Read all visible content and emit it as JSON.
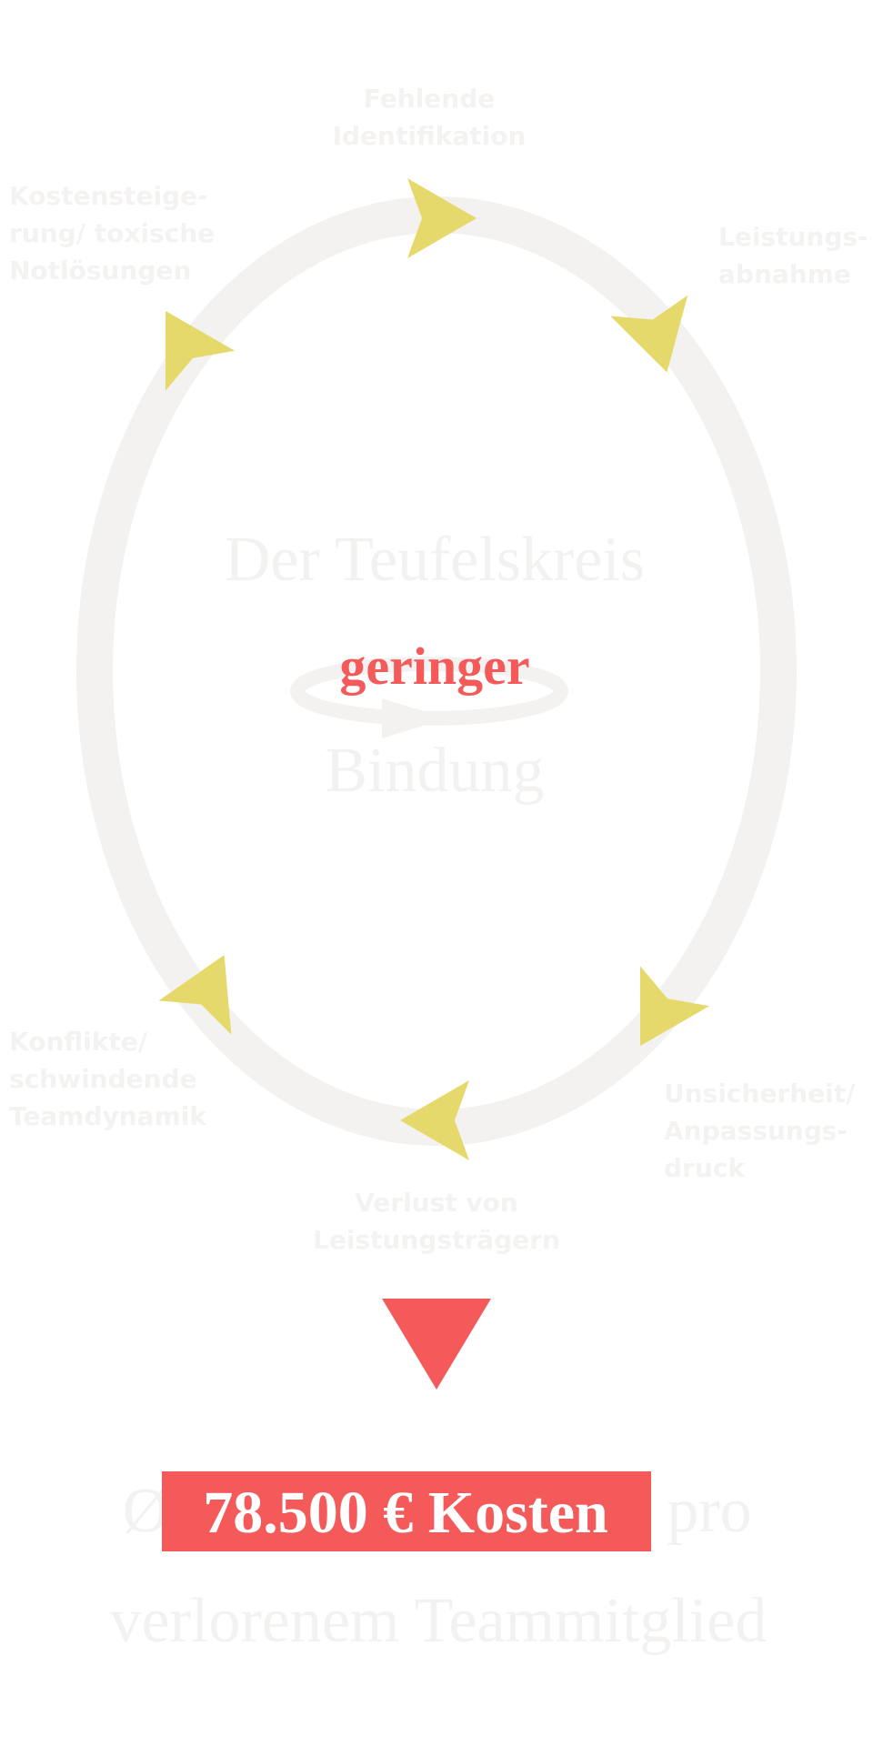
{
  "colors": {
    "ring": "#f3f2f0",
    "arrow": "#e5d96b",
    "accent": "#f55a5a",
    "faint_text": "#f4f3f1",
    "faint_title": "#f3f2f0",
    "highlight_text": "#ffffff"
  },
  "cycle": {
    "nodes": [
      {
        "id": "fehlende-identifikation",
        "lines": [
          "Fehlende",
          "Identifikation"
        ]
      },
      {
        "id": "leistungsabnahme",
        "lines": [
          "Leistungs-",
          "abnahme"
        ]
      },
      {
        "id": "unsicherheit",
        "lines": [
          "Unsicherheit/",
          "Anpassungs-",
          "druck"
        ]
      },
      {
        "id": "verlust",
        "lines": [
          "Verlust von",
          "Leistungsträgern"
        ]
      },
      {
        "id": "konflikte",
        "lines": [
          "Konflikte/",
          "schwindende",
          "Teamdynamik"
        ]
      },
      {
        "id": "kostensteigerung",
        "lines": [
          "Kostensteige-",
          "rung/ toxische",
          "Notlösungen"
        ]
      }
    ]
  },
  "center": {
    "title": "Der Teufelskreis",
    "highlight": "geringer",
    "subtitle": "Bindung"
  },
  "bottom": {
    "prefix": "Ø",
    "highlight": "78.500 € Kosten",
    "suffix": "pro",
    "line2": "verlorenem Teammitglied"
  }
}
